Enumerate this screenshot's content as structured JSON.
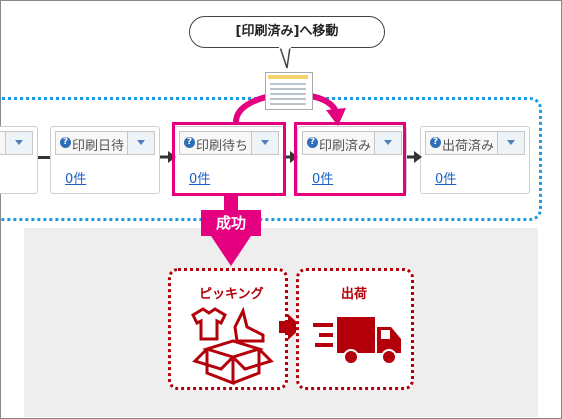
{
  "callout": {
    "text": "[印刷済み]へ移動"
  },
  "statuses": [
    {
      "label": "印刷日待",
      "count": "0件"
    },
    {
      "label": "印刷待ち",
      "count": "0件"
    },
    {
      "label": "印刷済み",
      "count": "0件"
    },
    {
      "label": "出荷済み",
      "count": "0件"
    }
  ],
  "success_label": "成功",
  "steps": [
    {
      "title": "ピッキング"
    },
    {
      "title": "出荷"
    }
  ],
  "colors": {
    "highlight": "#e4007f",
    "flow_red": "#b3000a",
    "link_blue": "#1a62c6",
    "dotted_blue": "#1a9be6"
  },
  "icons": [
    "question-icon",
    "dropdown-icon",
    "document-icon",
    "arrow-right-icon",
    "clothes-box-icon",
    "delivery-truck-icon"
  ]
}
